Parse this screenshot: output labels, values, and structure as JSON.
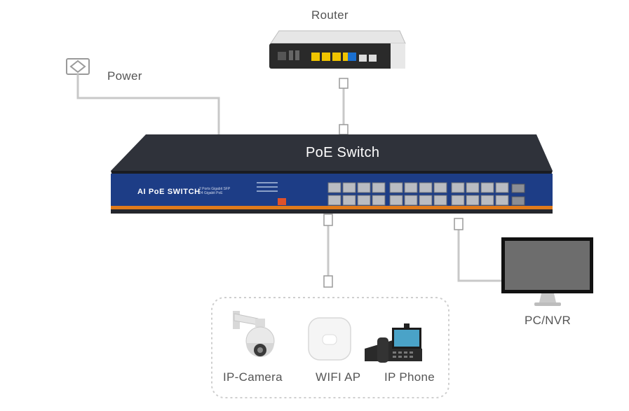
{
  "labels": {
    "router": "Router",
    "power": "Power",
    "switch": "PoE Switch",
    "pc_nvr": "PC/NVR",
    "ip_camera": "IP-Camera",
    "wifi_ap": "WIFI AP",
    "ip_phone": "IP Phone"
  },
  "switch_panel": {
    "brand": "AI PoE SWITCH",
    "subtitle_1": "2 Ports Gigabit SFP",
    "subtitle_2": "24 Gigabit PoE"
  },
  "colors": {
    "switch_body": "#2b2e36",
    "front_panel": "#1f3f8a",
    "accent_stripe": "#e07a1a",
    "cable": "#c8c8c8",
    "dashed_box": "#cfcfcf"
  },
  "icons": [
    "power-outlet-icon",
    "router-icon",
    "switch-icon",
    "monitor-icon",
    "ip-camera-icon",
    "wifi-ap-icon",
    "ip-phone-icon",
    "ethernet-plug-icon"
  ]
}
